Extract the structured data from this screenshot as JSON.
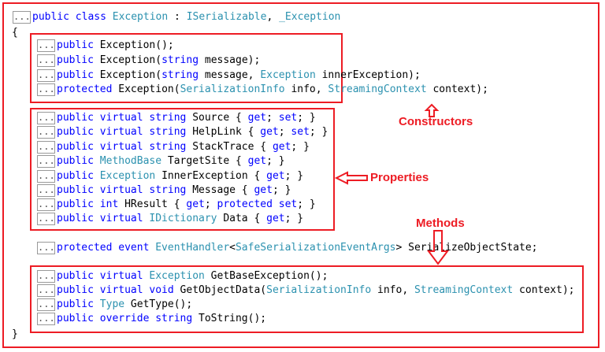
{
  "ellipsis": "...",
  "closing_brace": "}",
  "opening_brace": "{",
  "colors": {
    "keyword": "#0000ff",
    "type": "#2b91af",
    "annotation": "#ed1c24"
  },
  "header_line": [
    [
      "public class ",
      "kw"
    ],
    [
      "Exception",
      "ty"
    ],
    [
      " : ",
      "tx"
    ],
    [
      "ISerializable",
      "ty"
    ],
    [
      ", ",
      "tx"
    ],
    [
      "_Exception",
      "ty"
    ]
  ],
  "constructors": [
    [
      [
        "public ",
        "kw"
      ],
      [
        "Exception();",
        "tx"
      ]
    ],
    [
      [
        "public ",
        "kw"
      ],
      [
        "Exception(",
        "tx"
      ],
      [
        "string",
        "kw"
      ],
      [
        " message);",
        "tx"
      ]
    ],
    [
      [
        "public ",
        "kw"
      ],
      [
        "Exception(",
        "tx"
      ],
      [
        "string",
        "kw"
      ],
      [
        " message, ",
        "tx"
      ],
      [
        "Exception",
        "ty"
      ],
      [
        " innerException);",
        "tx"
      ]
    ],
    [
      [
        "protected ",
        "kw"
      ],
      [
        "Exception(",
        "tx"
      ],
      [
        "SerializationInfo",
        "ty"
      ],
      [
        " info, ",
        "tx"
      ],
      [
        "StreamingContext",
        "ty"
      ],
      [
        " context);",
        "tx"
      ]
    ]
  ],
  "properties": [
    [
      [
        "public virtual string ",
        "kw"
      ],
      [
        "Source { ",
        "tx"
      ],
      [
        "get",
        "kw"
      ],
      [
        "; ",
        "tx"
      ],
      [
        "set",
        "kw"
      ],
      [
        "; }",
        "tx"
      ]
    ],
    [
      [
        "public virtual string ",
        "kw"
      ],
      [
        "HelpLink { ",
        "tx"
      ],
      [
        "get",
        "kw"
      ],
      [
        "; ",
        "tx"
      ],
      [
        "set",
        "kw"
      ],
      [
        "; }",
        "tx"
      ]
    ],
    [
      [
        "public virtual string ",
        "kw"
      ],
      [
        "StackTrace { ",
        "tx"
      ],
      [
        "get",
        "kw"
      ],
      [
        "; }",
        "tx"
      ]
    ],
    [
      [
        "public ",
        "kw"
      ],
      [
        "MethodBase",
        "ty"
      ],
      [
        " TargetSite { ",
        "tx"
      ],
      [
        "get",
        "kw"
      ],
      [
        "; }",
        "tx"
      ]
    ],
    [
      [
        "public ",
        "kw"
      ],
      [
        "Exception",
        "ty"
      ],
      [
        " InnerException { ",
        "tx"
      ],
      [
        "get",
        "kw"
      ],
      [
        "; }",
        "tx"
      ]
    ],
    [
      [
        "public virtual string ",
        "kw"
      ],
      [
        "Message { ",
        "tx"
      ],
      [
        "get",
        "kw"
      ],
      [
        "; }",
        "tx"
      ]
    ],
    [
      [
        "public int ",
        "kw"
      ],
      [
        "HResult { ",
        "tx"
      ],
      [
        "get",
        "kw"
      ],
      [
        "; ",
        "tx"
      ],
      [
        "protected set",
        "kw"
      ],
      [
        "; }",
        "tx"
      ]
    ],
    [
      [
        "public virtual ",
        "kw"
      ],
      [
        "IDictionary",
        "ty"
      ],
      [
        " Data { ",
        "tx"
      ],
      [
        "get",
        "kw"
      ],
      [
        "; }",
        "tx"
      ]
    ]
  ],
  "event_line": [
    [
      "protected event ",
      "kw"
    ],
    [
      "EventHandler",
      "ty"
    ],
    [
      "<",
      "tx"
    ],
    [
      "SafeSerializationEventArgs",
      "ty"
    ],
    [
      "> SerializeObjectState;",
      "tx"
    ]
  ],
  "methods": [
    [
      [
        "public virtual ",
        "kw"
      ],
      [
        "Exception",
        "ty"
      ],
      [
        " GetBaseException();",
        "tx"
      ]
    ],
    [
      [
        "public virtual void ",
        "kw"
      ],
      [
        "GetObjectData(",
        "tx"
      ],
      [
        "SerializationInfo",
        "ty"
      ],
      [
        " info, ",
        "tx"
      ],
      [
        "StreamingContext",
        "ty"
      ],
      [
        " context);",
        "tx"
      ]
    ],
    [
      [
        "public ",
        "kw"
      ],
      [
        "Type",
        "ty"
      ],
      [
        " GetType();",
        "tx"
      ]
    ],
    [
      [
        "public override string ",
        "kw"
      ],
      [
        "ToString();",
        "tx"
      ]
    ]
  ],
  "annotations": {
    "constructors": "Constructors",
    "properties": "Properties",
    "methods": "Methods"
  }
}
